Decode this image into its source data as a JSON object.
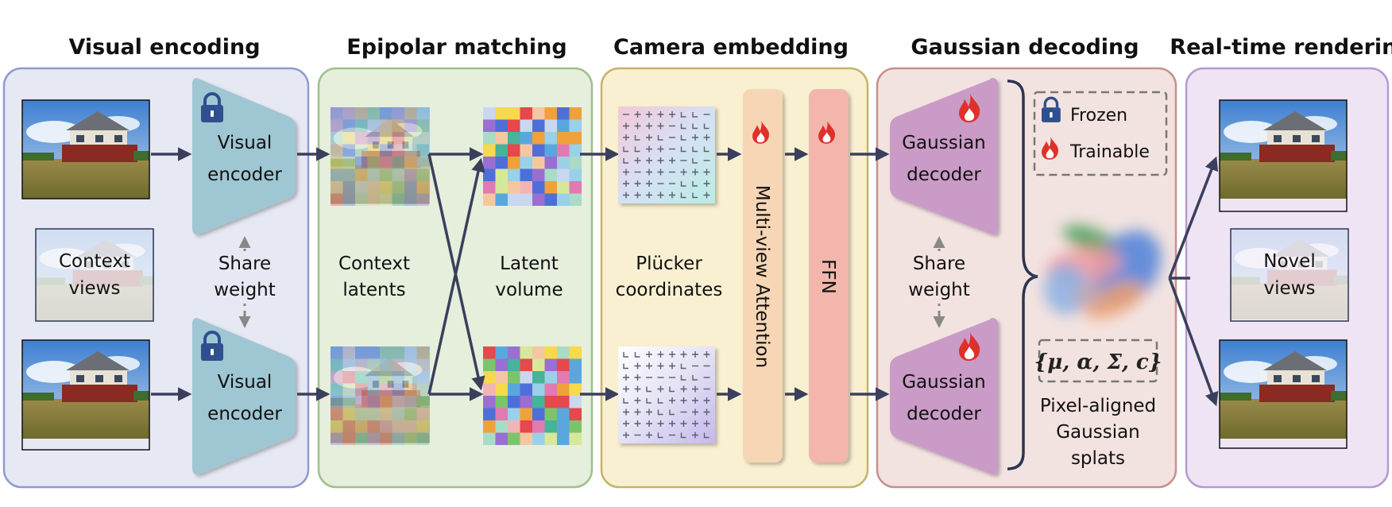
{
  "sections": {
    "visual_encoding": "Visual encoding",
    "epipolar_matching": "Epipolar matching",
    "camera_embedding": "Camera embedding",
    "gaussian_decoding": "Gaussian decoding",
    "realtime_rendering": "Real-time rendering"
  },
  "visual_encoder": {
    "line1": "Visual",
    "line2": "encoder"
  },
  "context_views": {
    "line1": "Context",
    "line2": "views"
  },
  "share_weight": {
    "line1": "Share",
    "line2": "weight"
  },
  "context_latents": {
    "line1": "Context",
    "line2": "latents"
  },
  "latent_volume": {
    "line1": "Latent",
    "line2": "volume"
  },
  "plucker": {
    "line1": "Plücker",
    "line2": "coordinates"
  },
  "attention_label": "Multi-view Attention",
  "ffn_label": "FFN",
  "gaussian_decoder": {
    "line1": "Gaussian",
    "line2": "decoder"
  },
  "legend": {
    "frozen": "Frozen",
    "trainable": "Trainable"
  },
  "gaussian_params": "{μ, α, Σ, c}",
  "splats": {
    "line1": "Pixel-aligned",
    "line2": "Gaussian",
    "line3": "splats"
  },
  "novel_views": {
    "line1": "Novel",
    "line2": "views"
  },
  "colors": {
    "visual_bg": "#e6e9f4",
    "visual_border": "#8f9bd0",
    "epipolar_bg": "#e6eedc",
    "epipolar_border": "#9fc08c",
    "camera_bg": "#f9f0d2",
    "camera_border": "#c7b36a",
    "gaussian_bg": "#f3e3e0",
    "gaussian_border": "#c98f8f",
    "render_bg": "#efe4f4",
    "render_border": "#b49ad3",
    "encoder_fill": "#9fc7d3",
    "decoder_fill": "#c99bc6",
    "attention_fill": "#f7d6b5",
    "ffn_fill": "#f2b6ac",
    "arrow": "#3a3f5c",
    "lock": "#2f4f8f",
    "flame": "#e0302a"
  },
  "icons": {
    "lock": "lock-icon",
    "flame": "flame-icon"
  }
}
